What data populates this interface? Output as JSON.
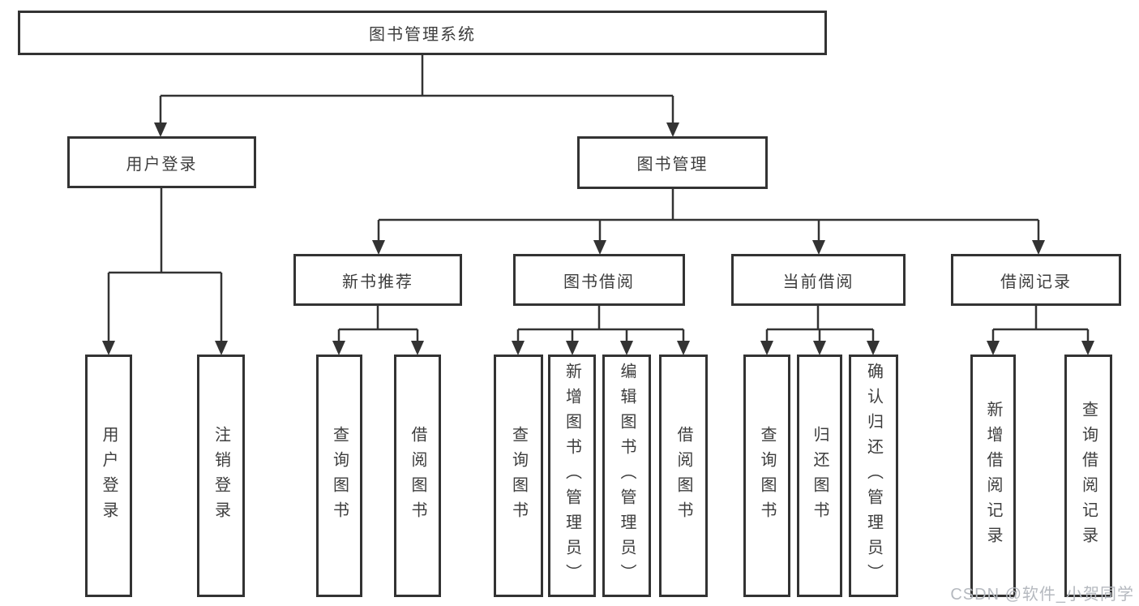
{
  "diagram": {
    "root": {
      "label": "图书管理系统"
    },
    "level2": [
      {
        "label": "用户登录"
      },
      {
        "label": "图书管理"
      }
    ],
    "level3": [
      {
        "label": "新书推荐"
      },
      {
        "label": "图书借阅"
      },
      {
        "label": "当前借阅"
      },
      {
        "label": "借阅记录"
      }
    ],
    "leaves": {
      "user": [
        "用户登录",
        "注销登录"
      ],
      "newbook": [
        "查询图书",
        "借阅图书"
      ],
      "borrow": [
        "查询图书",
        "新增图书（管理员）",
        "编辑图书（管理员）",
        "借阅图书"
      ],
      "current": [
        "查询图书",
        "归还图书",
        "确认归还（管理员）"
      ],
      "records": [
        "新增借阅记录",
        "查询借阅记录"
      ]
    },
    "watermark": "CSDN @软件_小贺同学",
    "colors": {
      "line": "#333333",
      "box_border": "#333333",
      "text": "#3d3d3d",
      "watermark": "#b5b9bf",
      "background": "#ffffff"
    }
  }
}
